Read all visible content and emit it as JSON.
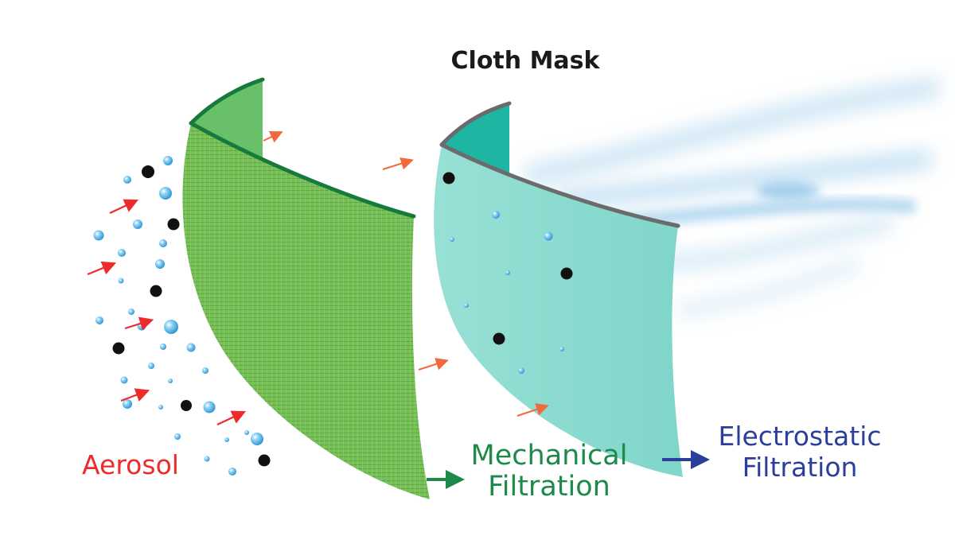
{
  "title": "Cloth Mask",
  "labels": {
    "aerosol": "Aerosol",
    "mechanical_line1": "Mechanical",
    "mechanical_line2": "Filtration",
    "electrostatic_line1": "Electrostatic",
    "electrostatic_line2": "Filtration"
  },
  "colors": {
    "aerosol": "#ee2b2b",
    "mechanical": "#1e8a4a",
    "electrostatic": "#2b3e9a",
    "layer1": "#7cc35a",
    "layer2": "#8fded2",
    "droplet": "#4ab3e8",
    "particle": "#111111"
  }
}
